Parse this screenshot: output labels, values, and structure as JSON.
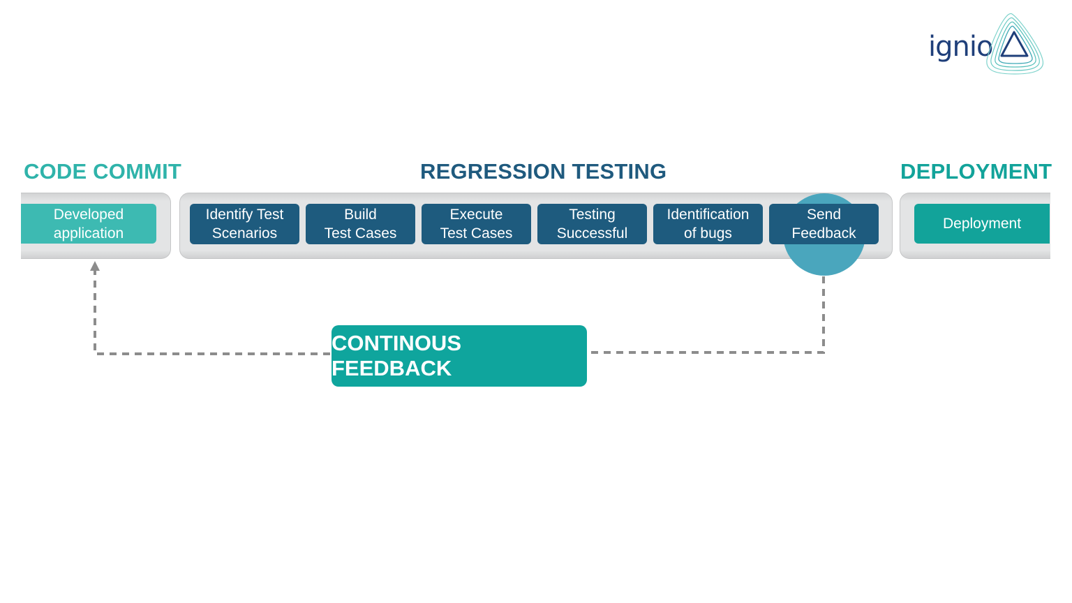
{
  "logo": {
    "text": "ignio"
  },
  "sections": {
    "code_commit": "CODE COMMIT",
    "regression_testing": "REGRESSION TESTING",
    "deployment": "DEPLOYMENT"
  },
  "code_commit_box": "Developed\napplication",
  "regression_steps": [
    "Identify Test\nScenarios",
    "Build\nTest Cases",
    "Execute\nTest Cases",
    "Testing\nSuccessful",
    "Identification\nof bugs",
    "Send\nFeedback"
  ],
  "deployment_box": "Deployment",
  "feedback_label": "CONTINOUS FEEDBACK",
  "colors": {
    "teal": "#3dbab2",
    "dark_blue": "#1e5b7e",
    "deploy_teal": "#12a39a",
    "feedback_teal": "#0fa59d",
    "bubble": "#4aa6bd",
    "arrow_gray": "#8c8c8c"
  }
}
